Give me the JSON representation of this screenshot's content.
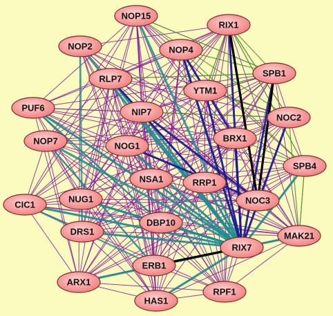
{
  "colors": {
    "background": "#fbfbc0",
    "node_fill_light": "#ffd3d3",
    "node_fill_dark": "#f07a7a",
    "node_stroke": "#7a2a2a",
    "edge_purple": "#8a1a96",
    "edge_teal": "#1a8f8f",
    "edge_navy": "#161c8f",
    "edge_green": "#4a9a2a",
    "edge_black": "#000000"
  },
  "nodes": [
    {
      "id": "NOP15",
      "label": "NOP15"
    },
    {
      "id": "RIX1",
      "label": "RIX1"
    },
    {
      "id": "NOP2",
      "label": "NOP2"
    },
    {
      "id": "NOP4",
      "label": "NOP4"
    },
    {
      "id": "SPB1",
      "label": "SPB1"
    },
    {
      "id": "RLP7",
      "label": "RLP7"
    },
    {
      "id": "YTM1",
      "label": "YTM1"
    },
    {
      "id": "PUF6",
      "label": "PUF6"
    },
    {
      "id": "NIP7",
      "label": "NIP7"
    },
    {
      "id": "NOC2",
      "label": "NOC2"
    },
    {
      "id": "BRX1",
      "label": "BRX1"
    },
    {
      "id": "NOP7",
      "label": "NOP7"
    },
    {
      "id": "NOG1",
      "label": "NOG1"
    },
    {
      "id": "SPB4",
      "label": "SPB4"
    },
    {
      "id": "NSA1",
      "label": "NSA1"
    },
    {
      "id": "RRP1",
      "label": "RRP1"
    },
    {
      "id": "CIC1",
      "label": "CIC1"
    },
    {
      "id": "NUG1",
      "label": "NUG1"
    },
    {
      "id": "NOC3",
      "label": "NOC3"
    },
    {
      "id": "DBP10",
      "label": "DBP10"
    },
    {
      "id": "DRS1",
      "label": "DRS1"
    },
    {
      "id": "MAK21",
      "label": "MAK21"
    },
    {
      "id": "RIX7",
      "label": "RIX7"
    },
    {
      "id": "ERB1",
      "label": "ERB1"
    },
    {
      "id": "ARX1",
      "label": "ARX1"
    },
    {
      "id": "RPF1",
      "label": "RPF1"
    },
    {
      "id": "HAS1",
      "label": "HAS1"
    }
  ]
}
